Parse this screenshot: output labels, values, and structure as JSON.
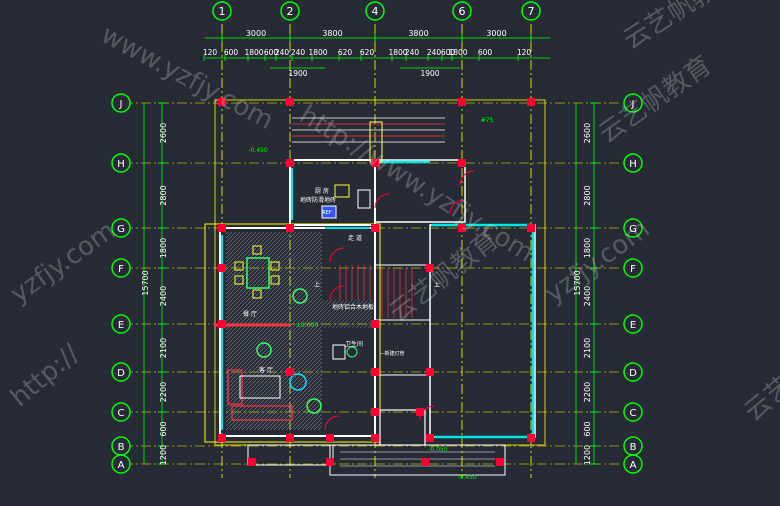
{
  "axes_top": [
    "1",
    "2",
    "4",
    "6",
    "7"
  ],
  "axes_left": [
    "J",
    "H",
    "G",
    "F",
    "E",
    "D",
    "C",
    "B",
    "A"
  ],
  "dims_top_row1": [
    "3000",
    "3800",
    "3800",
    "3000"
  ],
  "dims_top_row2": [
    "120",
    "600",
    "1800",
    "600",
    "240",
    "240",
    "1800",
    "620",
    "620",
    "1800",
    "240",
    "240",
    "600",
    "1800",
    "600",
    "120"
  ],
  "dims_top_row3": [
    "1900",
    "1900"
  ],
  "dims_side": [
    "2600",
    "2800",
    "1800",
    "2400",
    "2100",
    "2200",
    "600",
    "1200"
  ],
  "dims_total": "15700",
  "rooms": {
    "kitchen": "厨 房",
    "kitchen_floor": "地砖防滑地砖",
    "fridge": "REF",
    "hall_floor": "地砖铝合木地板",
    "dining": "餐 厅",
    "living": "客 厅",
    "bath": "卫生间",
    "stair_up": "上",
    "stair_up2": "上",
    "note_right": "—新建灯管",
    "corridor": "走 道"
  },
  "levels": {
    "top": "-0.450",
    "mid": "±0.000",
    "entry": "-0.050",
    "bottom": "-0.450",
    "tag": "#75"
  },
  "watermarks": [
    "www.yzfjy.com",
    "云艺帆教育",
    "http://www.yzfjy.com",
    "云艺帆教育",
    "yzfjy.com",
    "http://",
    "云艺帆教育",
    "yzfjy.com",
    "云艺"
  ],
  "colors": {
    "background": "#262b35",
    "grid_line": "#ffff00",
    "dim_line": "#00ff00",
    "column": "#ff0033",
    "window": "#00e6e6",
    "wall": "#ffffff",
    "hatch": "#9aa0a8",
    "furniture": "#33ff66"
  }
}
